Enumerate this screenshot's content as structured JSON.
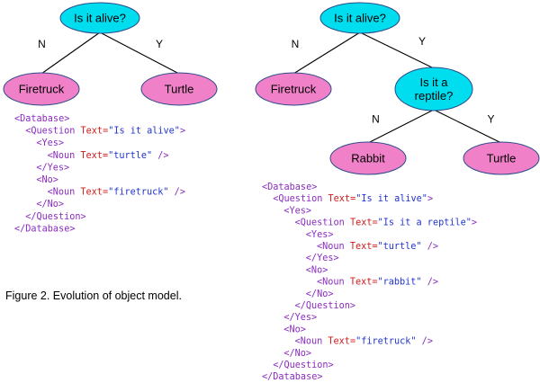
{
  "colors": {
    "question_fill": "#00ddee",
    "noun_fill": "#f080c8",
    "node_stroke": "#2a4a8a",
    "edge": "#000000",
    "tag": "#8a2cbf",
    "attr": "#d11a1a",
    "value": "#2233cc"
  },
  "caption": "Figure 2.  Evolution of object model.",
  "tree_left": {
    "nodes": [
      {
        "id": "q1",
        "kind": "question",
        "lines": [
          "Is it alive?"
        ]
      },
      {
        "id": "n1",
        "kind": "noun",
        "lines": [
          "Firetruck"
        ]
      },
      {
        "id": "n2",
        "kind": "noun",
        "lines": [
          "Turtle"
        ]
      }
    ],
    "edges": [
      {
        "from": "q1",
        "to": "n1",
        "label": "N"
      },
      {
        "from": "q1",
        "to": "n2",
        "label": "Y"
      }
    ]
  },
  "tree_right": {
    "nodes": [
      {
        "id": "q1",
        "kind": "question",
        "lines": [
          "Is it alive?"
        ]
      },
      {
        "id": "n1",
        "kind": "noun",
        "lines": [
          "Firetruck"
        ]
      },
      {
        "id": "q2",
        "kind": "question",
        "lines": [
          "Is it a",
          "reptile?"
        ]
      },
      {
        "id": "n2",
        "kind": "noun",
        "lines": [
          "Rabbit"
        ]
      },
      {
        "id": "n3",
        "kind": "noun",
        "lines": [
          "Turtle"
        ]
      }
    ],
    "edges": [
      {
        "from": "q1",
        "to": "n1",
        "label": "N"
      },
      {
        "from": "q1",
        "to": "q2",
        "label": "Y"
      },
      {
        "from": "q2",
        "to": "n2",
        "label": "N"
      },
      {
        "from": "q2",
        "to": "n3",
        "label": "Y"
      }
    ]
  },
  "code_left": [
    [
      {
        "t": "tag",
        "s": "<Database>"
      }
    ],
    [
      {
        "t": "tag",
        "s": "<Question "
      },
      {
        "t": "attr",
        "s": "Text="
      },
      {
        "t": "val",
        "s": "\"Is it alive\""
      },
      {
        "t": "tag",
        "s": ">"
      }
    ],
    [
      {
        "t": "tag",
        "s": "<Yes>"
      }
    ],
    [
      {
        "t": "tag",
        "s": "<Noun "
      },
      {
        "t": "attr",
        "s": "Text="
      },
      {
        "t": "val",
        "s": "\"turtle\""
      },
      {
        "t": "tag",
        "s": " />"
      }
    ],
    [
      {
        "t": "tag",
        "s": "</Yes>"
      }
    ],
    [
      {
        "t": "tag",
        "s": "<No>"
      }
    ],
    [
      {
        "t": "tag",
        "s": "<Noun "
      },
      {
        "t": "attr",
        "s": "Text="
      },
      {
        "t": "val",
        "s": "\"firetruck\""
      },
      {
        "t": "tag",
        "s": " />"
      }
    ],
    [
      {
        "t": "tag",
        "s": "</No>"
      }
    ],
    [
      {
        "t": "tag",
        "s": "</Question>"
      }
    ],
    [
      {
        "t": "tag",
        "s": "</Database>"
      }
    ]
  ],
  "code_right": [
    [
      {
        "t": "tag",
        "s": "<Database>"
      }
    ],
    [
      {
        "t": "tag",
        "s": "<Question "
      },
      {
        "t": "attr",
        "s": "Text="
      },
      {
        "t": "val",
        "s": "\"Is it alive\""
      },
      {
        "t": "tag",
        "s": ">"
      }
    ],
    [
      {
        "t": "tag",
        "s": "<Yes>"
      }
    ],
    [
      {
        "t": "tag",
        "s": "<Question "
      },
      {
        "t": "attr",
        "s": "Text="
      },
      {
        "t": "val",
        "s": "\"Is it a reptile\""
      },
      {
        "t": "tag",
        "s": ">"
      }
    ],
    [
      {
        "t": "tag",
        "s": "<Yes>"
      }
    ],
    [
      {
        "t": "tag",
        "s": "<Noun "
      },
      {
        "t": "attr",
        "s": "Text="
      },
      {
        "t": "val",
        "s": "\"turtle\""
      },
      {
        "t": "tag",
        "s": " />"
      }
    ],
    [
      {
        "t": "tag",
        "s": "</Yes>"
      }
    ],
    [
      {
        "t": "tag",
        "s": "<No>"
      }
    ],
    [
      {
        "t": "tag",
        "s": "<Noun "
      },
      {
        "t": "attr",
        "s": "Text="
      },
      {
        "t": "val",
        "s": "\"rabbit\""
      },
      {
        "t": "tag",
        "s": " />"
      }
    ],
    [
      {
        "t": "tag",
        "s": "</No>"
      }
    ],
    [
      {
        "t": "tag",
        "s": "</Question>"
      }
    ],
    [
      {
        "t": "tag",
        "s": "</Yes>"
      }
    ],
    [
      {
        "t": "tag",
        "s": "<No>"
      }
    ],
    [
      {
        "t": "tag",
        "s": "<Noun "
      },
      {
        "t": "attr",
        "s": "Text="
      },
      {
        "t": "val",
        "s": "\"firetruck\""
      },
      {
        "t": "tag",
        "s": " />"
      }
    ],
    [
      {
        "t": "tag",
        "s": "</No>"
      }
    ],
    [
      {
        "t": "tag",
        "s": "</Question>"
      }
    ],
    [
      {
        "t": "tag",
        "s": "</Database>"
      }
    ]
  ]
}
